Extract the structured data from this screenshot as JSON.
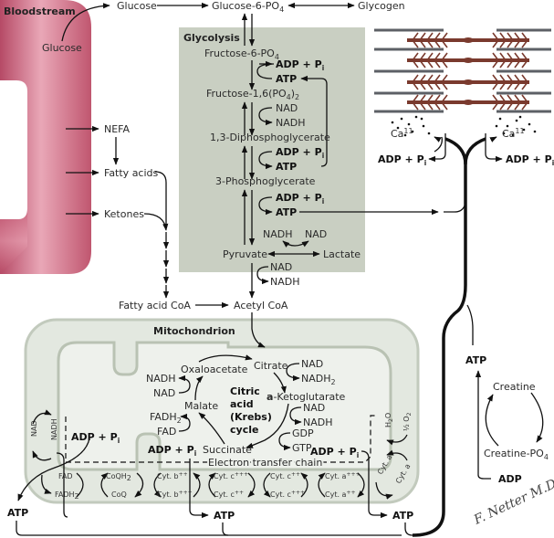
{
  "regions": {
    "bloodstream": "Bloodstream",
    "glycolysis": "Glycolysis",
    "mitochondrion": "Mitochondrion",
    "krebs": [
      "Citric",
      "acid",
      "(Krebs)",
      "cycle"
    ],
    "etc": "Electron transfer chain"
  },
  "top": {
    "blood_glucose": "Glucose",
    "glucose": "Glucose",
    "g6p": "Glucose-6-PO",
    "g6p_sub": "4",
    "glycogen": "Glycogen"
  },
  "glycolysis": {
    "f6p": "Fructose-6-PO",
    "f6p_sub": "4",
    "adp1": "ADP + P",
    "adp_sub": "i",
    "atp1": "ATP",
    "f16p": "Fructose-1,6(PO",
    "f16p_sub1": "4",
    "f16p_close": ")",
    "f16p_sub2": "2",
    "nad1": "NAD",
    "nadh1": "NADH",
    "dpg": "1,3-Diphosphoglycerate",
    "adp2": "ADP + P",
    "atp2": "ATP",
    "pg3": "3-Phosphoglycerate",
    "adp3": "ADP + P",
    "atp3": "ATP",
    "nadh_l": "NADH",
    "nad_l": "NAD",
    "pyruvate": "Pyruvate",
    "lactate": "Lactate",
    "nad2": "NAD",
    "nadh2": "NADH"
  },
  "lipids": {
    "nefa": "NEFA",
    "fatty_acids": "Fatty acids",
    "ketones": "Ketones",
    "fatty_acid_coa": "Fatty acid CoA",
    "acetyl_coa": "Acetyl CoA"
  },
  "krebs": {
    "citrate": "Citrate",
    "oxaloacetate": "Oxaloacetate",
    "nad_a": "NAD",
    "nadh2_a": "NADH",
    "nadh2_sub": "2",
    "akg_a": "a",
    "akg": "-Ketoglutarate",
    "nad_b": "NAD",
    "nadh_b": "NADH",
    "gdp": "GDP",
    "gtp": "GTP",
    "succinate": "Succinate",
    "malate": "Malate",
    "nadh_m": "NADH",
    "nad_m": "NAD",
    "fadh2": "FADH",
    "fadh2_sub": "2",
    "fad": "FAD",
    "adp_s": "ADP + P",
    "adp_g": "ADP + P"
  },
  "etc": {
    "nad": "NAD",
    "nadh": "NADH",
    "adp_left": "ADP + P",
    "fad": "FAD",
    "fadh2": "FADH",
    "coqh2": "CoQH",
    "coq": "CoQ",
    "cytb_red": "Cyt. b",
    "cytb_red_sup": "++",
    "cytb_ox": "Cyt. b",
    "cytb_ox_sup": "+++",
    "cytc1_ox": "Cyt. c",
    "cytc1_ox_sup": "+++",
    "cytc1_red": "Cyt. c",
    "cytc1_red_sup": "++",
    "cytc_red": "Cyt. c",
    "cytc_red_sup": "++",
    "cytc_ox": "Cyt. c",
    "cytc_ox_sup": "+++",
    "cyta_ox": "Cyt. a",
    "cyta_ox_sup": "+++",
    "cyta_red": "Cyt. a",
    "cyta_red_sup": "++",
    "cyta3_red": "Cyt. a",
    "cyta3_ox": "Cyt. a",
    "h2o": "H",
    "half_o2": "½ O"
  },
  "outputs": {
    "atp_left": "ATP",
    "atp_mid": "ATP",
    "atp_right": "ATP",
    "atp_creatine": "ATP"
  },
  "muscle": {
    "ca_left": "Ca",
    "ca_right": "Ca",
    "ca_sup": "11",
    "adp_left": "ADP + P",
    "adp_right": "ADP + P"
  },
  "creatine": {
    "creatine": "Creatine",
    "creatine_po4": "Creatine-PO",
    "creatine_po4_sub": "4",
    "adp": "ADP"
  },
  "signature": "F. Netter M.D.",
  "colors": {
    "blood": "#c9607a",
    "blood_light": "#e8a4b4",
    "glycolysis_bg": "#c9cfc2",
    "mito_outer": "#e3e8e0",
    "mito_inner": "#eef1ec",
    "mito_stroke": "#b9c2b3",
    "myosin": "#7a3a2e",
    "actin": "#5d6066"
  }
}
